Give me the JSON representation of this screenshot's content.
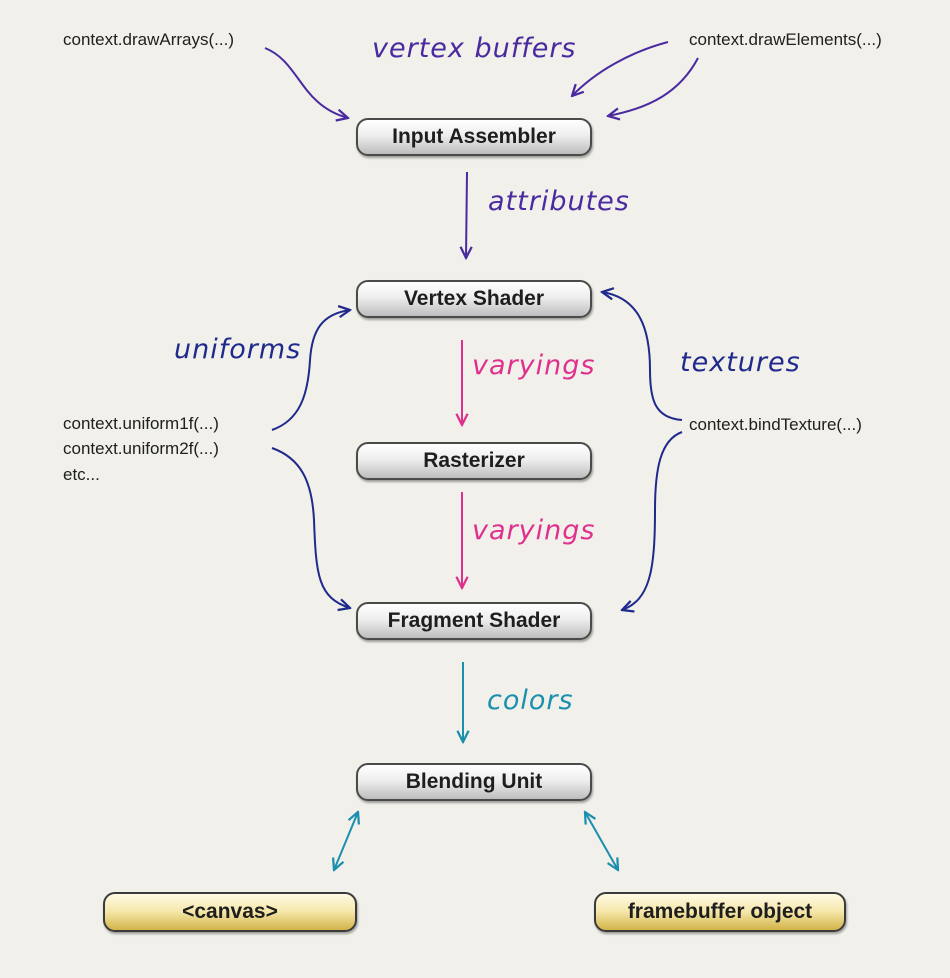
{
  "stages": {
    "input_assembler": "Input Assembler",
    "vertex_shader": "Vertex Shader",
    "rasterizer": "Rasterizer",
    "fragment_shader": "Fragment Shader",
    "blending_unit": "Blending Unit"
  },
  "outputs": {
    "canvas": "<canvas>",
    "framebuffer": "framebuffer object"
  },
  "api_calls": {
    "draw_arrays": "context.drawArrays(...)",
    "draw_elements": "context.drawElements(...)",
    "uniform1f": "context.uniform1f(...)",
    "uniform2f": "context.uniform2f(...)",
    "etc": "etc...",
    "bind_texture": "context.bindTexture(...)"
  },
  "flow_labels": {
    "vertex_buffers": "vertex buffers",
    "attributes": "attributes",
    "uniforms": "uniforms",
    "textures": "textures",
    "varyings_1": "varyings",
    "varyings_2": "varyings",
    "colors": "colors"
  },
  "colors": {
    "purple": "#4a2aa0",
    "navy": "#1f2a8c",
    "magenta": "#e0308e",
    "teal": "#1a8fae"
  }
}
